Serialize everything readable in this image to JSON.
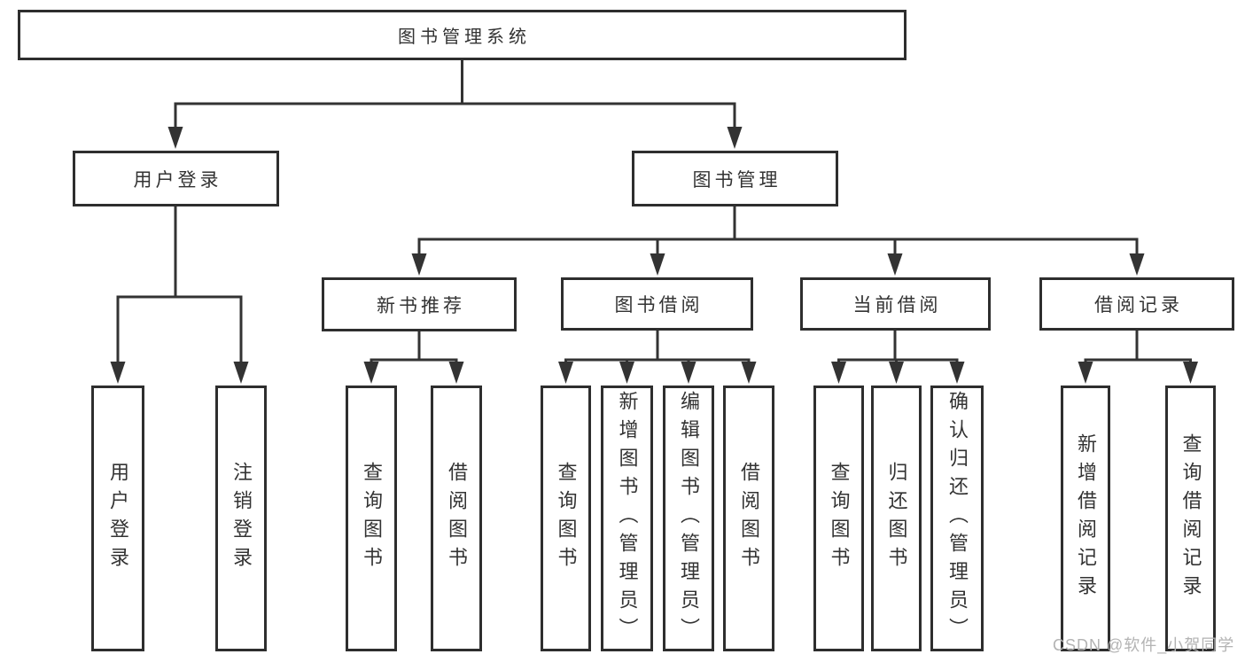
{
  "diagram": {
    "root": {
      "label": "图书管理系统"
    },
    "level2": [
      {
        "label": "用户登录"
      },
      {
        "label": "图书管理"
      }
    ],
    "level3": [
      {
        "label": "新书推荐"
      },
      {
        "label": "图书借阅"
      },
      {
        "label": "当前借阅"
      },
      {
        "label": "借阅记录"
      }
    ],
    "leaves": {
      "user_login": [
        "用户登录",
        "注销登录"
      ],
      "new_book": [
        "查询图书",
        "借阅图书"
      ],
      "book_borrow": [
        "查询图书",
        "新增图书（管理员）",
        "编辑图书（管理员）",
        "借阅图书"
      ],
      "current_borrow": [
        "查询图书",
        "归还图书",
        "确认归还（管理员）"
      ],
      "borrow_record": [
        "新增借阅记录",
        "查询借阅记录"
      ]
    }
  },
  "watermark": {
    "text": "CSDN @软件_小贺同学"
  },
  "colors": {
    "line": "#333333",
    "box_border": "#2e2e2e",
    "text": "#333333",
    "background": "#ffffff",
    "watermark": "#b3b3b3"
  }
}
